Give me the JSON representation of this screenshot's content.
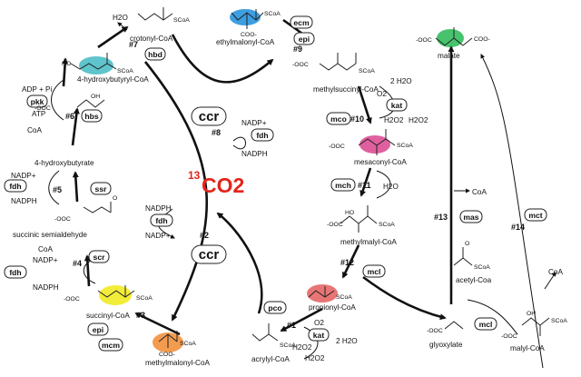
{
  "center": {
    "co2_superscript": "13",
    "co2_label": "CO2",
    "ccr": "ccr"
  },
  "metabolites": {
    "crotonyl": "crotonyl-CoA",
    "ethylmalonyl": "ethylmalonyl-CoA",
    "methylsuccinyl": "methylsuccinyl-CoA",
    "mesaconyl": "mesaconyl-CoA",
    "methylmalyl": "methylmalyl-CoA",
    "propionyl": "propionyl-CoA",
    "acrylyl": "acrylyl-CoA",
    "methylmalonyl": "methylmalonyl-CoA",
    "succinyl": "succinyl-CoA",
    "succinic_semialdehyde": "succinic semialdehyde",
    "hydroxybutyrate": "4-hydroxybutyrate",
    "hydroxybutyryl": "4-hydroxybutyryl-CoA",
    "malate": "malate",
    "acetyl": "acetyl-Coa",
    "glyoxylate": "glyoxylate",
    "malyl": "malyl-CoA"
  },
  "steps": [
    "#1",
    "#2",
    "#3",
    "#4",
    "#5",
    "#6",
    "#7",
    "#8",
    "#9",
    "#10",
    "#11",
    "#12",
    "#13",
    "#14"
  ],
  "enzymes": {
    "hbd": "hbd",
    "ecm": "ecm",
    "epi": "epi",
    "fdh": "fdh",
    "hbs": "hbs",
    "pkk": "pkk",
    "ssr": "ssr",
    "scr": "scr",
    "mcm": "mcm",
    "kat": "kat",
    "mco": "mco",
    "mch": "mch",
    "mcl": "mcl",
    "mas": "mas",
    "mct": "mct",
    "pco": "pco"
  },
  "cofactors": {
    "h2o": "H2O",
    "two_h2o": "2 H2O",
    "h2o2": "H2O2",
    "o2": "O2",
    "nadph": "NADPH",
    "nadp": "NADP+",
    "coa": "CoA",
    "atp": "ATP",
    "adp_pi": "ADP + Pi"
  },
  "fragments": {
    "scoa": "SCoA",
    "coo": "COO-",
    "ooc": "-OOC",
    "o": "O",
    "oh": "OH",
    "ho": "HO"
  },
  "highlight_colors": {
    "crotonyl_ethylmalonyl": "#3d9ee0",
    "hydroxybutyryl": "#5fc4cc",
    "mesaconyl": "#e0609f",
    "propionyl": "#e87575",
    "succinyl": "#f2ec3a",
    "methylmalonyl": "#f39c50",
    "malate": "#48c36d"
  }
}
